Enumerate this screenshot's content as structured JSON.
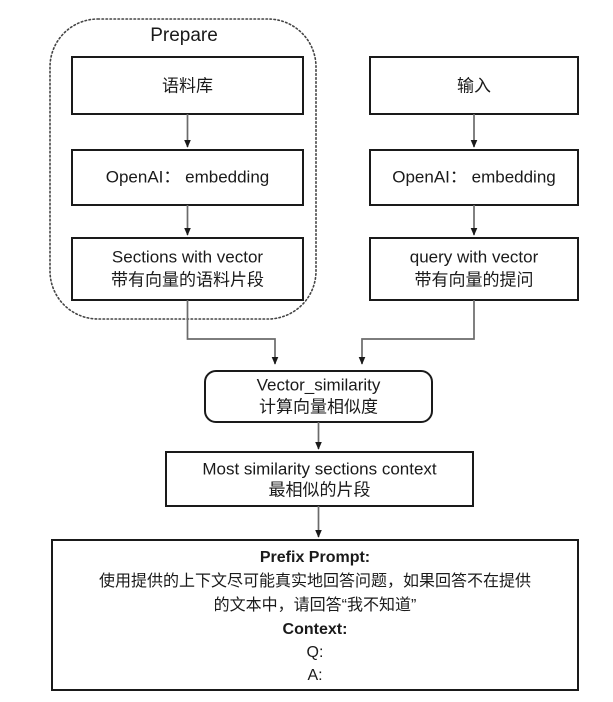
{
  "diagram": {
    "title": "RAG embedding retrieval flowchart",
    "colors": {
      "node_stroke": "#1a1a1a",
      "edge_stroke": "#6b6b6b",
      "group_stroke": "#444444",
      "background": "#ffffff",
      "text": "#1a1a1a"
    },
    "group": {
      "label": "Prepare"
    },
    "nodes": {
      "corpus": {
        "line1": "语料库"
      },
      "corpus_embedding": {
        "line1": "OpenAI： embedding"
      },
      "sections_vector": {
        "line1": "Sections with vector",
        "line2": "带有向量的语料片段"
      },
      "input": {
        "line1": "输入"
      },
      "input_embedding": {
        "line1": "OpenAI： embedding"
      },
      "query_vector": {
        "line1": "query with vector",
        "line2": "带有向量的提问"
      },
      "vector_similarity": {
        "line1": "Vector_similarity",
        "line2": "计算向量相似度"
      },
      "most_similarity": {
        "line1": "Most similarity sections context",
        "line2": "最相似的片段"
      },
      "prompt": {
        "heading": "Prefix Prompt:",
        "body_line1": "使用提供的上下文尽可能真实地回答问题，如果回答不在提供",
        "body_line2": "的文本中，请回答“我不知道”",
        "context_heading": "Context:",
        "q_label": "Q:",
        "a_label": "A:"
      }
    }
  }
}
